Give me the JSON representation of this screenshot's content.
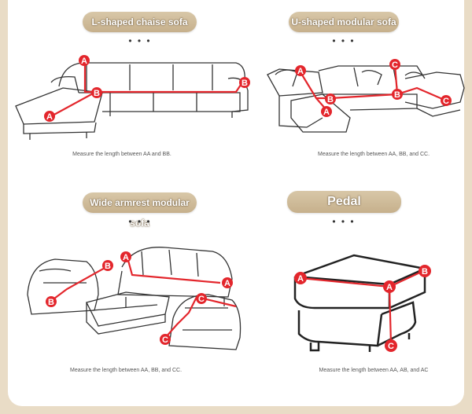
{
  "panels": [
    {
      "title": "L-shaped chaise sofa",
      "dots": "• • •",
      "caption": "Measure the length between AA and BB."
    },
    {
      "title": "U-shaped modular sofa",
      "dots": "• • •",
      "caption": "Measure the length between AA, BB, and CC."
    },
    {
      "title": "Wide armrest modular sofa",
      "dots": "• • •",
      "caption": "Measure the length between AA, BB, and CC."
    },
    {
      "title": "Pedal",
      "dots": "• • •",
      "caption": "Measure the length between AA, AB, and AC"
    }
  ],
  "markers": {
    "a": "A",
    "b": "B",
    "c": "C"
  },
  "colors": {
    "accent": "#e3262c",
    "pill": "#cbb693",
    "background": "#e9dcc6"
  }
}
